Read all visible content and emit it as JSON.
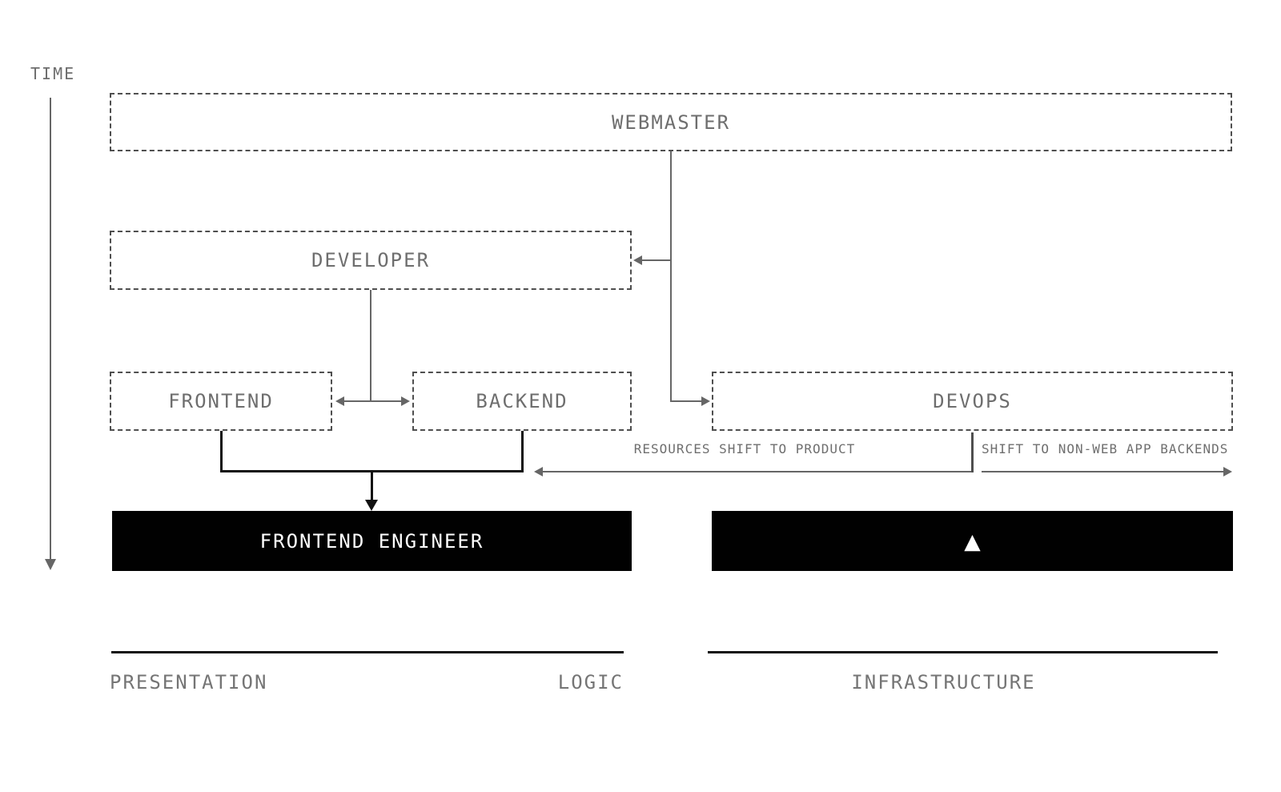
{
  "diagram": {
    "time_axis": {
      "label": "TIME"
    },
    "nodes": {
      "webmaster": {
        "label": "WEBMASTER"
      },
      "developer": {
        "label": "DEVELOPER"
      },
      "frontend": {
        "label": "FRONTEND"
      },
      "backend": {
        "label": "BACKEND"
      },
      "devops": {
        "label": "DEVOPS"
      },
      "frontend_engineer": {
        "label": "FRONTEND ENGINEER"
      },
      "devops_evolution": {
        "icon": "triangle-up-icon",
        "glyph": "▲"
      }
    },
    "flow_labels": {
      "resources_shift": "RESOURCES SHIFT TO PRODUCT",
      "non_web_shift": "SHIFT TO NON-WEB APP BACKENDS"
    },
    "layer_axis": {
      "presentation": "PRESENTATION",
      "logic": "LOGIC",
      "infrastructure": "INFRASTRUCTURE"
    },
    "colors": {
      "background": "#ffffff",
      "dashed_border": "#4f4f4f",
      "connector_gray": "#666666",
      "connector_black": "#111111",
      "node_fill": "#010101",
      "node_text": "#ffffff",
      "label_gray": "#6e6e6e",
      "small_label_gray": "#6f6f6f",
      "axis_label_gray": "#757575",
      "axis_line_black": "#111111"
    }
  }
}
